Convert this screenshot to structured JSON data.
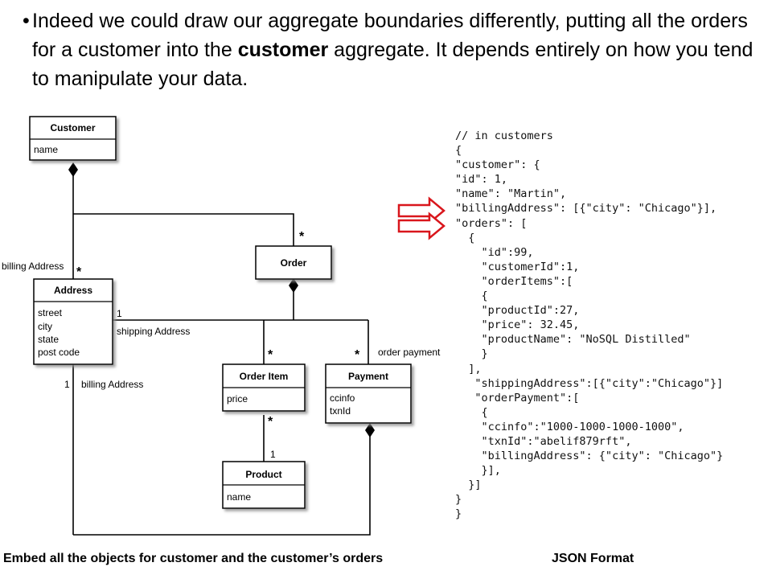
{
  "bullet": {
    "symbol": "•",
    "part1": "Indeed we could draw our aggregate boundaries differently, putting all the orders for a customer into the ",
    "bold": "customer",
    "part2": " aggregate. It depends entirely on how you tend to manipulate your data."
  },
  "diagram": {
    "customer": {
      "name": "Customer",
      "attrs": [
        "name"
      ]
    },
    "order": {
      "name": "Order"
    },
    "address": {
      "name": "Address",
      "attrs": [
        "street",
        "city",
        "state",
        "post code"
      ]
    },
    "order_item": {
      "name": "Order Item",
      "attrs": [
        "price"
      ]
    },
    "payment": {
      "name": "Payment",
      "attrs": [
        "ccinfo",
        "txnId"
      ]
    },
    "product": {
      "name": "Product",
      "attrs": [
        "name"
      ]
    },
    "labels": {
      "billing_address_top": "billing Address",
      "shipping_address": "shipping Address",
      "billing_address_bottom": "billing Address",
      "order_payment": "order payment"
    },
    "multiplicities": {
      "star": "*",
      "one": "1"
    }
  },
  "json_code": [
    "// in customers",
    "{",
    "\"customer\": {",
    "\"id\": 1,",
    "\"name\": \"Martin\",",
    "\"billingAddress\": [{\"city\": \"Chicago\"}],",
    "\"orders\": [",
    "  {",
    "    \"id\":99,",
    "    \"customerId\":1,",
    "    \"orderItems\":[",
    "    {",
    "    \"productId\":27,",
    "    \"price\": 32.45,",
    "    \"productName\": \"NoSQL Distilled\"",
    "    }",
    "  ],",
    "   \"shippingAddress\":[{\"city\":\"Chicago\"}]",
    "   \"orderPayment\":[",
    "    {",
    "    \"ccinfo\":\"1000-1000-1000-1000\",",
    "    \"txnId\":\"abelif879rft\",",
    "    \"billingAddress\": {\"city\": \"Chicago\"}",
    "    }],",
    "  }]",
    "}",
    "}"
  ],
  "captions": {
    "left": "Embed all the objects for customer and the customer’s orders",
    "right": "JSON Format"
  },
  "colors": {
    "arrow": "#d9161c",
    "box_shadow": "#8c8c8c"
  }
}
